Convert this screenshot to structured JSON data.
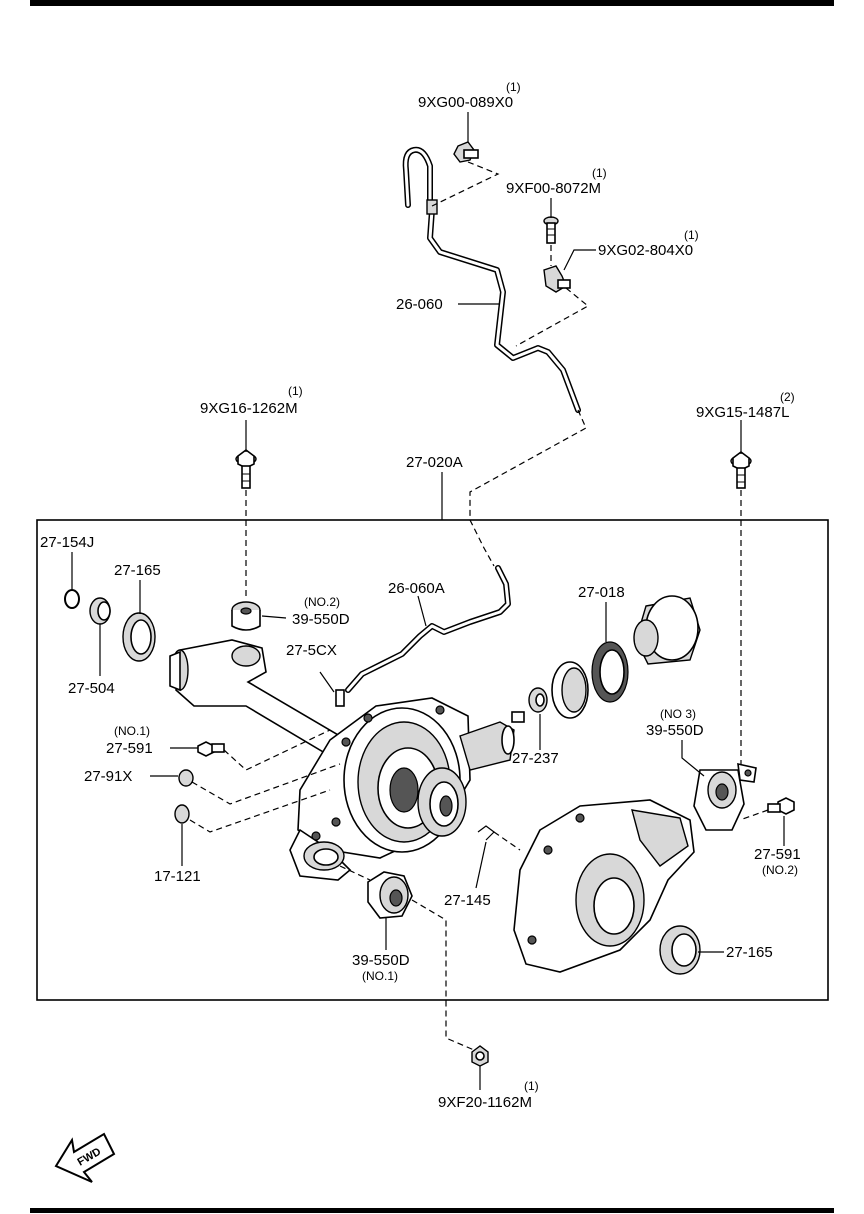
{
  "diagram": {
    "fwd_label": "FWD",
    "parts": [
      {
        "id": "p01",
        "number": "9XG00-089X0",
        "qty": "(1)"
      },
      {
        "id": "p02",
        "number": "9XF00-8072M",
        "qty": "(1)"
      },
      {
        "id": "p03",
        "number": "9XG02-804X0",
        "qty": "(1)"
      },
      {
        "id": "p04",
        "number": "26-060"
      },
      {
        "id": "p05",
        "number": "9XG16-1262M",
        "qty": "(1)"
      },
      {
        "id": "p06",
        "number": "9XG15-1487L",
        "qty": "(2)"
      },
      {
        "id": "p07",
        "number": "27-020A"
      },
      {
        "id": "p08",
        "number": "27-154J"
      },
      {
        "id": "p09",
        "number": "27-165"
      },
      {
        "id": "p10",
        "number": "27-504"
      },
      {
        "id": "p11",
        "number": "39-550D",
        "note": "(NO.2)"
      },
      {
        "id": "p12",
        "number": "26-060A"
      },
      {
        "id": "p13",
        "number": "27-018"
      },
      {
        "id": "p14",
        "number": "27-5CX"
      },
      {
        "id": "p15",
        "number": "27-591",
        "note": "(NO.1)"
      },
      {
        "id": "p16",
        "number": "27-91X"
      },
      {
        "id": "p17",
        "number": "17-121"
      },
      {
        "id": "p18",
        "number": "27-237"
      },
      {
        "id": "p19",
        "number": "39-550D",
        "note": "(NO 3)"
      },
      {
        "id": "p20",
        "number": "27-591",
        "note": "(NO.2)"
      },
      {
        "id": "p21",
        "number": "27-145"
      },
      {
        "id": "p22",
        "number": "39-550D",
        "note": "(NO.1)"
      },
      {
        "id": "p23",
        "number": "27-165"
      },
      {
        "id": "p24",
        "number": "9XF20-1162M",
        "qty": "(1)"
      }
    ]
  }
}
